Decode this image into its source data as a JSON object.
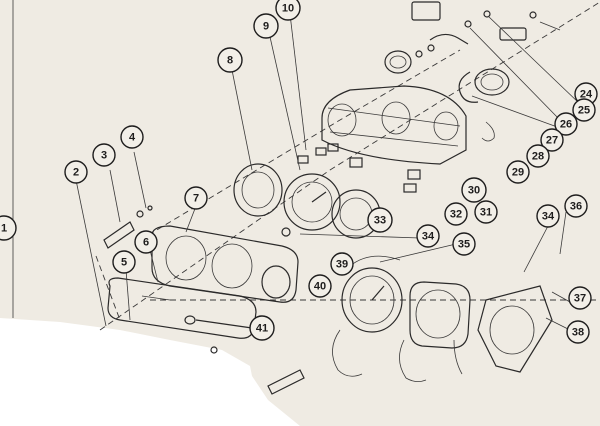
{
  "colors": {
    "paper": "#efebe3",
    "ink": "#2b2a2a",
    "blank": "#ffffff"
  },
  "callouts": [
    {
      "n": "1"
    },
    {
      "n": "2"
    },
    {
      "n": "3"
    },
    {
      "n": "4"
    },
    {
      "n": "5"
    },
    {
      "n": "6"
    },
    {
      "n": "7"
    },
    {
      "n": "8"
    },
    {
      "n": "9"
    },
    {
      "n": "10"
    },
    {
      "n": "24"
    },
    {
      "n": "25"
    },
    {
      "n": "26"
    },
    {
      "n": "27"
    },
    {
      "n": "28"
    },
    {
      "n": "29"
    },
    {
      "n": "30"
    },
    {
      "n": "31"
    },
    {
      "n": "32"
    },
    {
      "n": "33"
    },
    {
      "n": "34"
    },
    {
      "n": "35"
    },
    {
      "n": "34"
    },
    {
      "n": "36"
    },
    {
      "n": "37"
    },
    {
      "n": "38"
    },
    {
      "n": "39"
    },
    {
      "n": "40"
    },
    {
      "n": "41"
    }
  ]
}
